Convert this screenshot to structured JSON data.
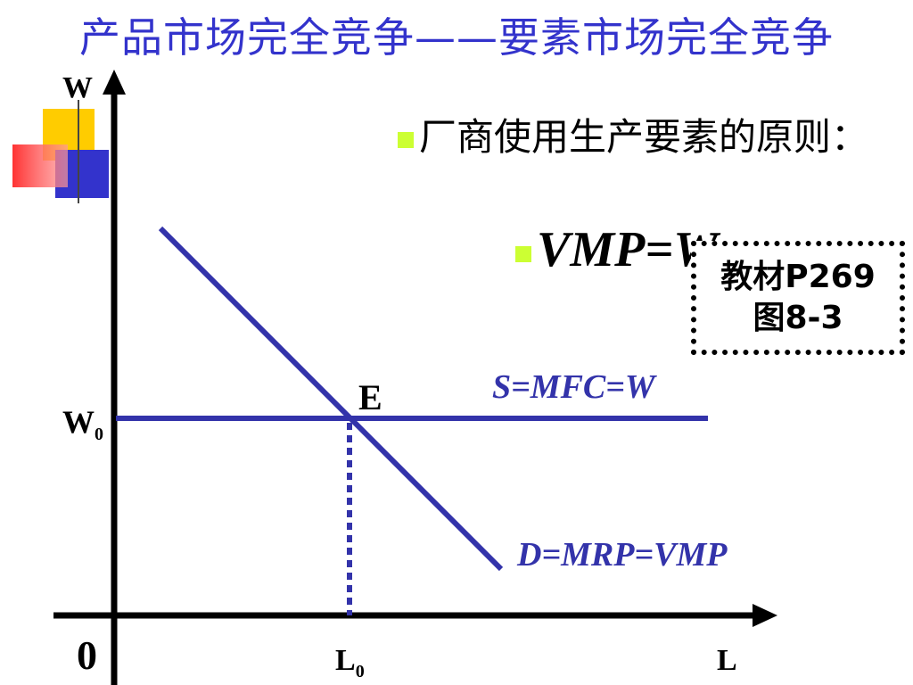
{
  "title": "产品市场完全竞争——要素市场完全竞争",
  "principle": {
    "text": "厂商使用生产要素的原则："
  },
  "formula": "VMP=W",
  "reference": {
    "line1": "教材P269",
    "line2": "图8-3"
  },
  "axes": {
    "y_label": "W",
    "x_label": "L",
    "origin": "0",
    "w0_main": "W",
    "w0_sub": "0",
    "l0_main": "L",
    "l0_sub": "0"
  },
  "curves": {
    "supply_label": "S=MFC=W",
    "demand_label": "D=MRP=VMP",
    "equilibrium_label": "E"
  },
  "colors": {
    "title": "#3333cc",
    "curve": "#3333aa",
    "axis": "#000000",
    "bullet": "#ccff33"
  }
}
